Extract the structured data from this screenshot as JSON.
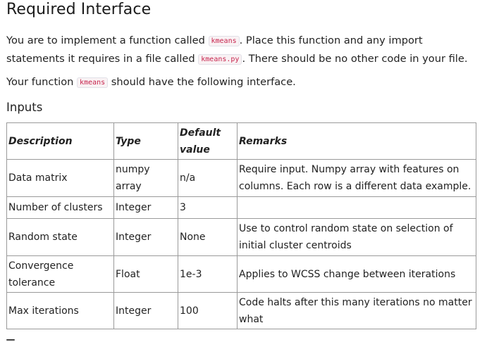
{
  "heading": "Required Interface",
  "paragraph1": {
    "t1": "You are to implement a function called ",
    "code1": "kmeans",
    "t2": ". Place this function and any import statements it requires in a file called ",
    "code2": "kmeans.py",
    "t3": ". There should be no other code in your file."
  },
  "paragraph2": {
    "t1": "Your function ",
    "code1": "kmeans",
    "t2": " should have the following interface."
  },
  "inputs_heading": "Inputs",
  "table": {
    "headers": [
      "Description",
      "Type",
      "Default value",
      "Remarks"
    ],
    "rows": [
      [
        "Data matrix",
        "numpy array",
        "n/a",
        "Require input. Numpy array with features on columns. Each row is a different data example."
      ],
      [
        "Number of clusters",
        "Integer",
        "3",
        ""
      ],
      [
        "Random state",
        "Integer",
        "None",
        "Use to control random state on selection of initial cluster centroids"
      ],
      [
        "Convergence tolerance",
        "Float",
        "1e-3",
        "Applies to WCSS change between iterations"
      ],
      [
        "Max iterations",
        "Integer",
        "100",
        "Code halts after this many iterations no matter what"
      ]
    ]
  }
}
